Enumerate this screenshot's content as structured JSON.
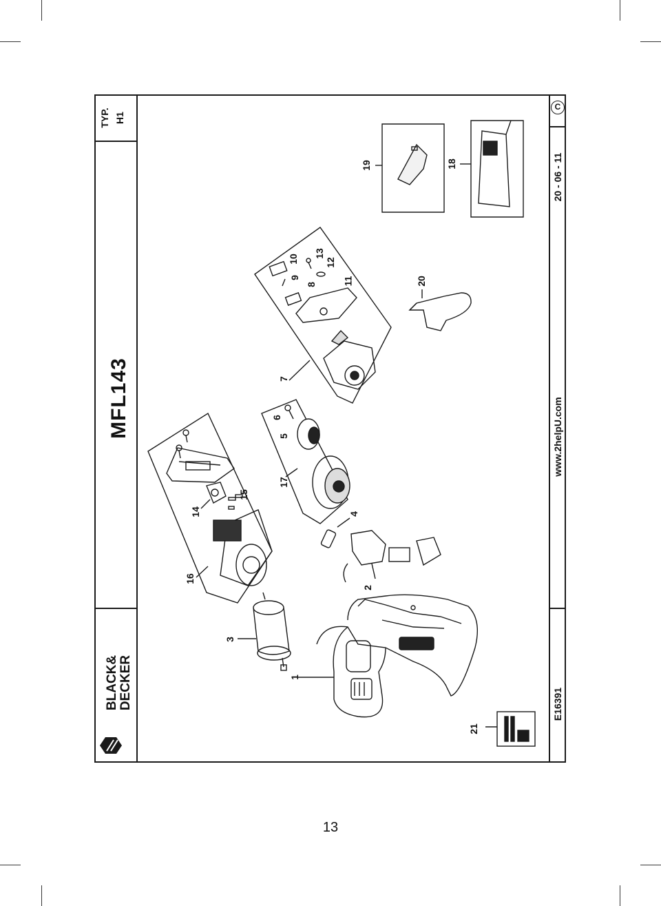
{
  "page": {
    "number": "13"
  },
  "header": {
    "model": "MFL143",
    "type_label": "TYP.",
    "type_value": "H1",
    "brand_line1": "BLACK&",
    "brand_line2": "DECKER"
  },
  "footer": {
    "code": "E16391",
    "website": "www.2helpU.com",
    "date": "20 - 06 - 11",
    "copyright": "C"
  },
  "callouts": {
    "c1": "1",
    "c2": "2",
    "c3": "3",
    "c4": "4",
    "c5": "5",
    "c6": "6",
    "c7": "7",
    "c8": "8",
    "c9": "9",
    "c10": "10",
    "c11": "11",
    "c12": "12",
    "c13": "13",
    "c14": "14",
    "c15": "15",
    "c16": "16",
    "c17": "17",
    "c18": "18",
    "c19": "19",
    "c20": "20",
    "c21": "21"
  },
  "colors": {
    "line": "#1a1a1a",
    "fill_dark": "#222222",
    "fill_light": "#f2f2f2"
  },
  "icons": [
    "black-decker-logo-icon",
    "copyright-icon"
  ]
}
